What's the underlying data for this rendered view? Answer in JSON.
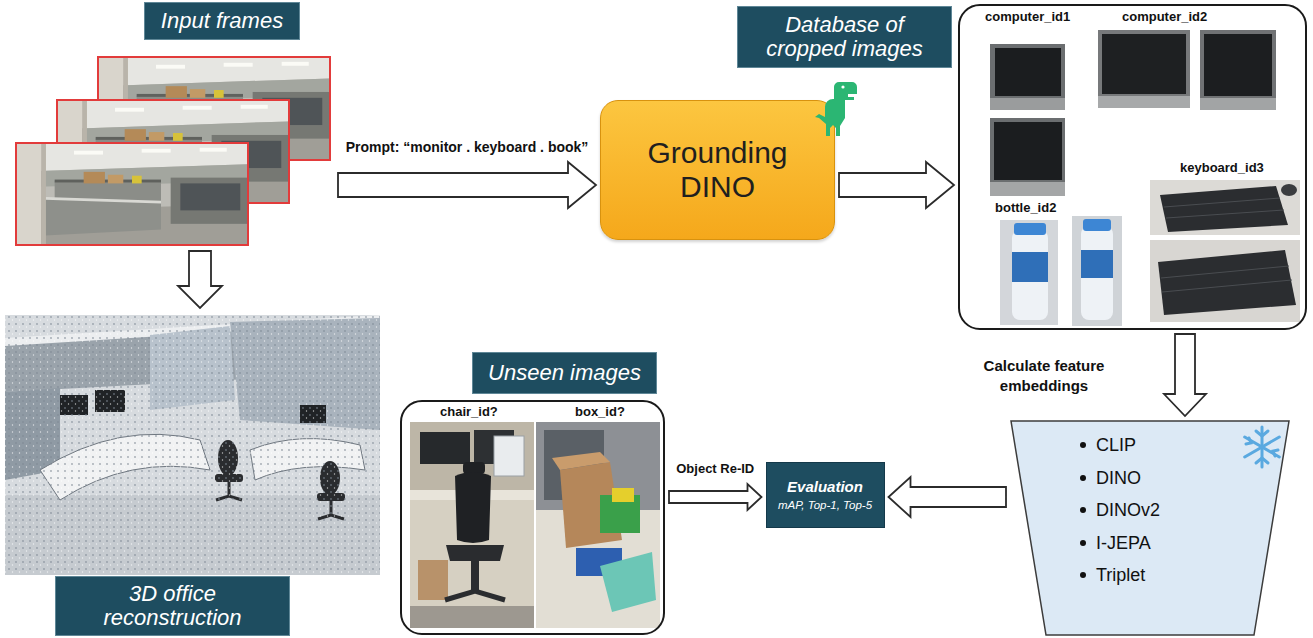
{
  "diagram": {
    "nodes": [
      {
        "text": [
          "Input frames"
        ]
      },
      {
        "text": [
          "Grounding DINO"
        ]
      },
      {
        "text": [
          "Database of cropped images"
        ]
      },
      {
        "text": [
          "3D office reconstruction"
        ]
      },
      {
        "text": [
          "Unseen images"
        ]
      },
      {
        "text": [
          "Evaluation",
          "mAP, Top-1, Top-5"
        ]
      },
      {
        "text": [
          "CLIP",
          "DINO",
          "DINOv2",
          "I-JEPA",
          "Triplet"
        ]
      }
    ],
    "edges": [
      {
        "from": 0,
        "to": 1,
        "arrow": "to",
        "label": "Prompt: “monitor . keyboard . book”"
      },
      {
        "from": 1,
        "to": 2,
        "arrow": "to"
      },
      {
        "from": 0,
        "to": 3,
        "arrow": "to"
      },
      {
        "from": 2,
        "to": 6,
        "arrow": "to",
        "label": "Calculate feature embeddings"
      },
      {
        "from": 6,
        "to": 5,
        "arrow": "to"
      },
      {
        "from": 4,
        "to": 5,
        "arrow": "to",
        "label": "Object Re-ID"
      }
    ],
    "labels": [
      "computer_id1",
      "computer_id2",
      "keyboard_id3",
      "bottle_id2",
      "chair_id?",
      "box_id?"
    ]
  }
}
